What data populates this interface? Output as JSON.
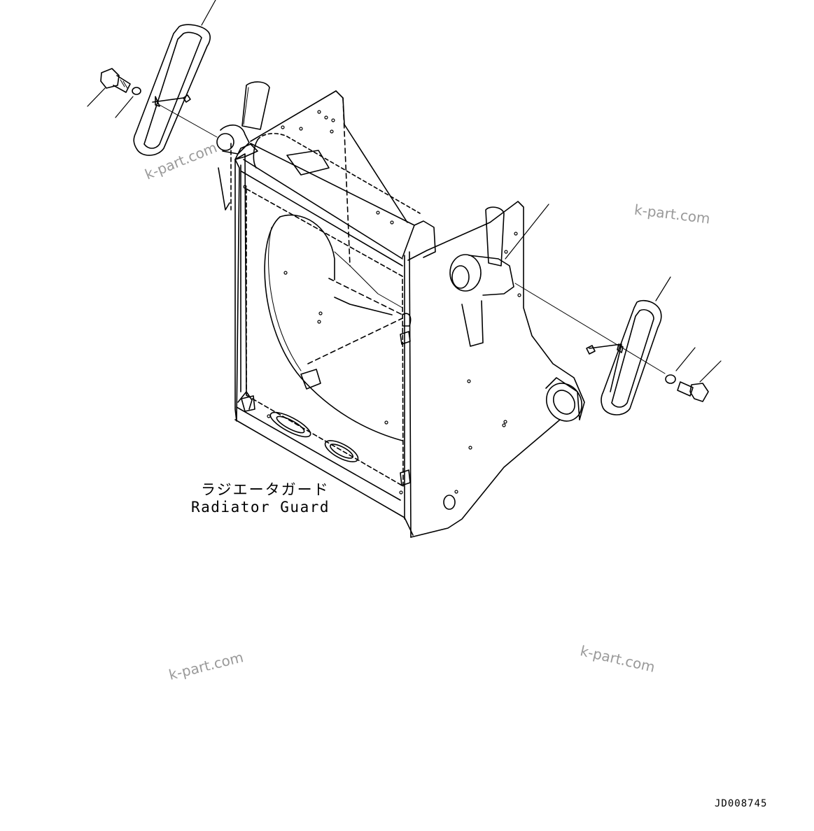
{
  "caption": {
    "japanese": "ラジエータガード",
    "english": "Radiator Guard"
  },
  "drawing_code": "JD008745",
  "watermarks": [
    "k-part.com",
    "k-part.com",
    "k-part.com",
    "k-part.com"
  ]
}
